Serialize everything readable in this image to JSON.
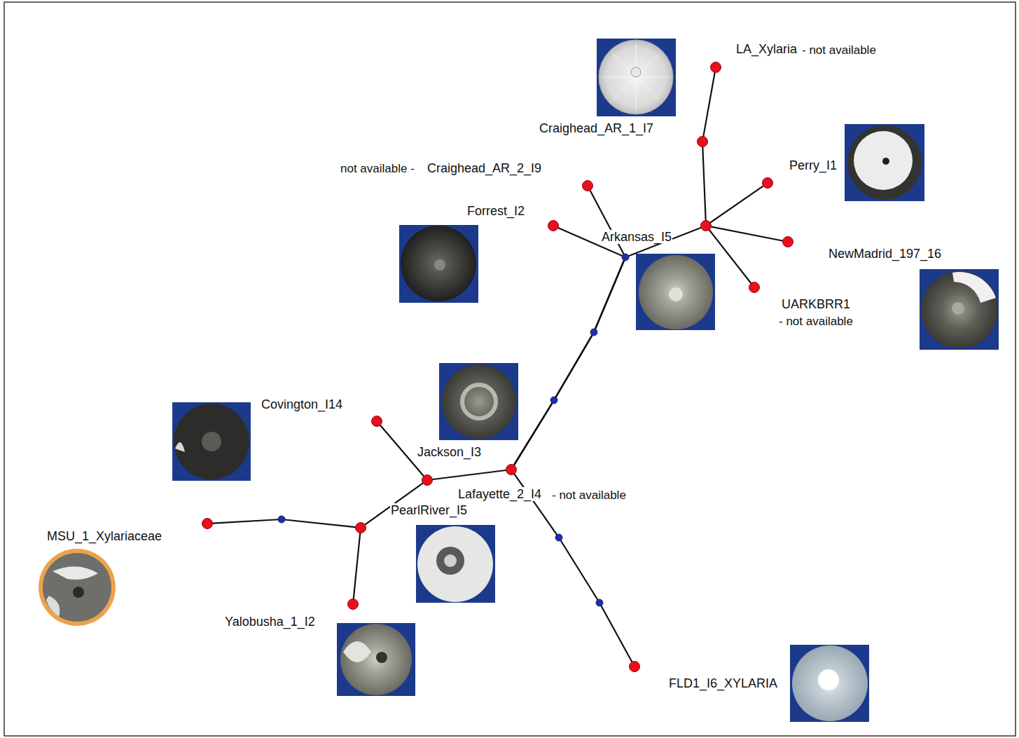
{
  "diagram": {
    "nodes": [
      {
        "text": [
          "LA_Xylaria",
          "- not available"
        ]
      },
      {
        "text": [
          "Craighead_AR_1_I7"
        ]
      },
      {
        "text": [
          "Perry_I1"
        ]
      },
      {
        "text": [
          "not available -",
          "Craighead_AR_2_I9"
        ]
      },
      {
        "text": [
          "Forrest_I2"
        ]
      },
      {
        "text": [
          "Arkansas_I5"
        ]
      },
      {
        "text": [
          "NewMadrid_197_16"
        ]
      },
      {
        "text": [
          "UARKBRR1",
          "- not available"
        ]
      },
      {
        "text": [
          "Covington_I14"
        ]
      },
      {
        "text": [
          "Jackson_I3"
        ]
      },
      {
        "text": [
          "Lafayette_2_I4",
          "- not available"
        ]
      },
      {
        "text": [
          "PearlRiver_I5"
        ]
      },
      {
        "text": [
          "MSU_1_Xylariaceae"
        ]
      },
      {
        "text": [
          "Yalobusha_1_I2"
        ]
      },
      {
        "text": [
          "FLD1_I6_XYLARIA"
        ]
      }
    ],
    "edges": [
      {
        "from": 0,
        "to": 1,
        "arrow": "none"
      },
      {
        "from": 1,
        "to": 5,
        "arrow": "none"
      },
      {
        "from": 5,
        "to": 2,
        "arrow": "none"
      },
      {
        "from": 5,
        "to": 6,
        "arrow": "none"
      },
      {
        "from": 5,
        "to": 7,
        "arrow": "none"
      },
      {
        "from": 3,
        "to": 10,
        "arrow": "none"
      },
      {
        "from": 4,
        "to": 10,
        "arrow": "none"
      },
      {
        "from": 5,
        "to": 10,
        "arrow": "none"
      },
      {
        "from": 10,
        "to": 9,
        "arrow": "none"
      },
      {
        "from": 9,
        "to": 8,
        "arrow": "none"
      },
      {
        "from": 9,
        "to": 11,
        "arrow": "none"
      },
      {
        "from": 11,
        "to": 12,
        "arrow": "none"
      },
      {
        "from": 11,
        "to": 13,
        "arrow": "none"
      },
      {
        "from": 10,
        "to": 14,
        "arrow": "none"
      }
    ]
  }
}
